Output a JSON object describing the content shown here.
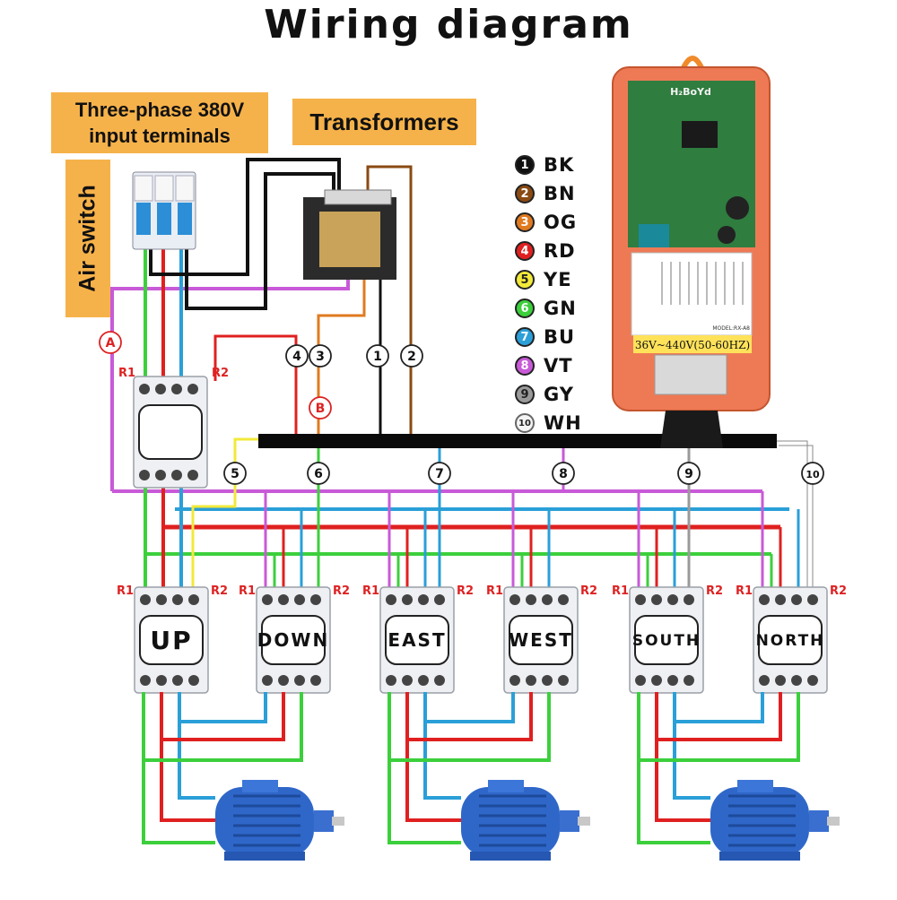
{
  "title": "Wiring diagram",
  "labels": {
    "input_terminals": "Three-phase 380V input terminals",
    "transformers": "Transformers",
    "air_switch": "Air switch",
    "voltage": "36V~440V(50-60HZ)",
    "brand": "H₂BoYd",
    "model": "MODEL:RX-A8",
    "point_a": "A",
    "point_b": "B"
  },
  "legend": [
    {
      "num": "1",
      "code": "BK",
      "color": "#111111"
    },
    {
      "num": "2",
      "code": "BN",
      "color": "#8a4a12"
    },
    {
      "num": "3",
      "code": "OG",
      "color": "#e07a1f"
    },
    {
      "num": "4",
      "code": "RD",
      "color": "#e02020"
    },
    {
      "num": "5",
      "code": "YE",
      "color": "#f2e93a"
    },
    {
      "num": "6",
      "code": "GN",
      "color": "#3ccf3c"
    },
    {
      "num": "7",
      "code": "BU",
      "color": "#2a9fd8"
    },
    {
      "num": "8",
      "code": "VT",
      "color": "#c85ad8"
    },
    {
      "num": "9",
      "code": "GY",
      "color": "#9a9a9a"
    },
    {
      "num": "10",
      "code": "WH",
      "color": "#f4f4f4"
    }
  ],
  "wire_numbers": [
    "4",
    "3",
    "1",
    "2",
    "5",
    "6",
    "7",
    "8",
    "9",
    "10"
  ],
  "contactors": [
    {
      "name": "UP"
    },
    {
      "name": "DOWN"
    },
    {
      "name": "EAST"
    },
    {
      "name": "WEST"
    },
    {
      "name": "SOUTH"
    },
    {
      "name": "NORTH"
    }
  ],
  "terminal_labels": {
    "r1": "R1",
    "r2": "R2"
  }
}
